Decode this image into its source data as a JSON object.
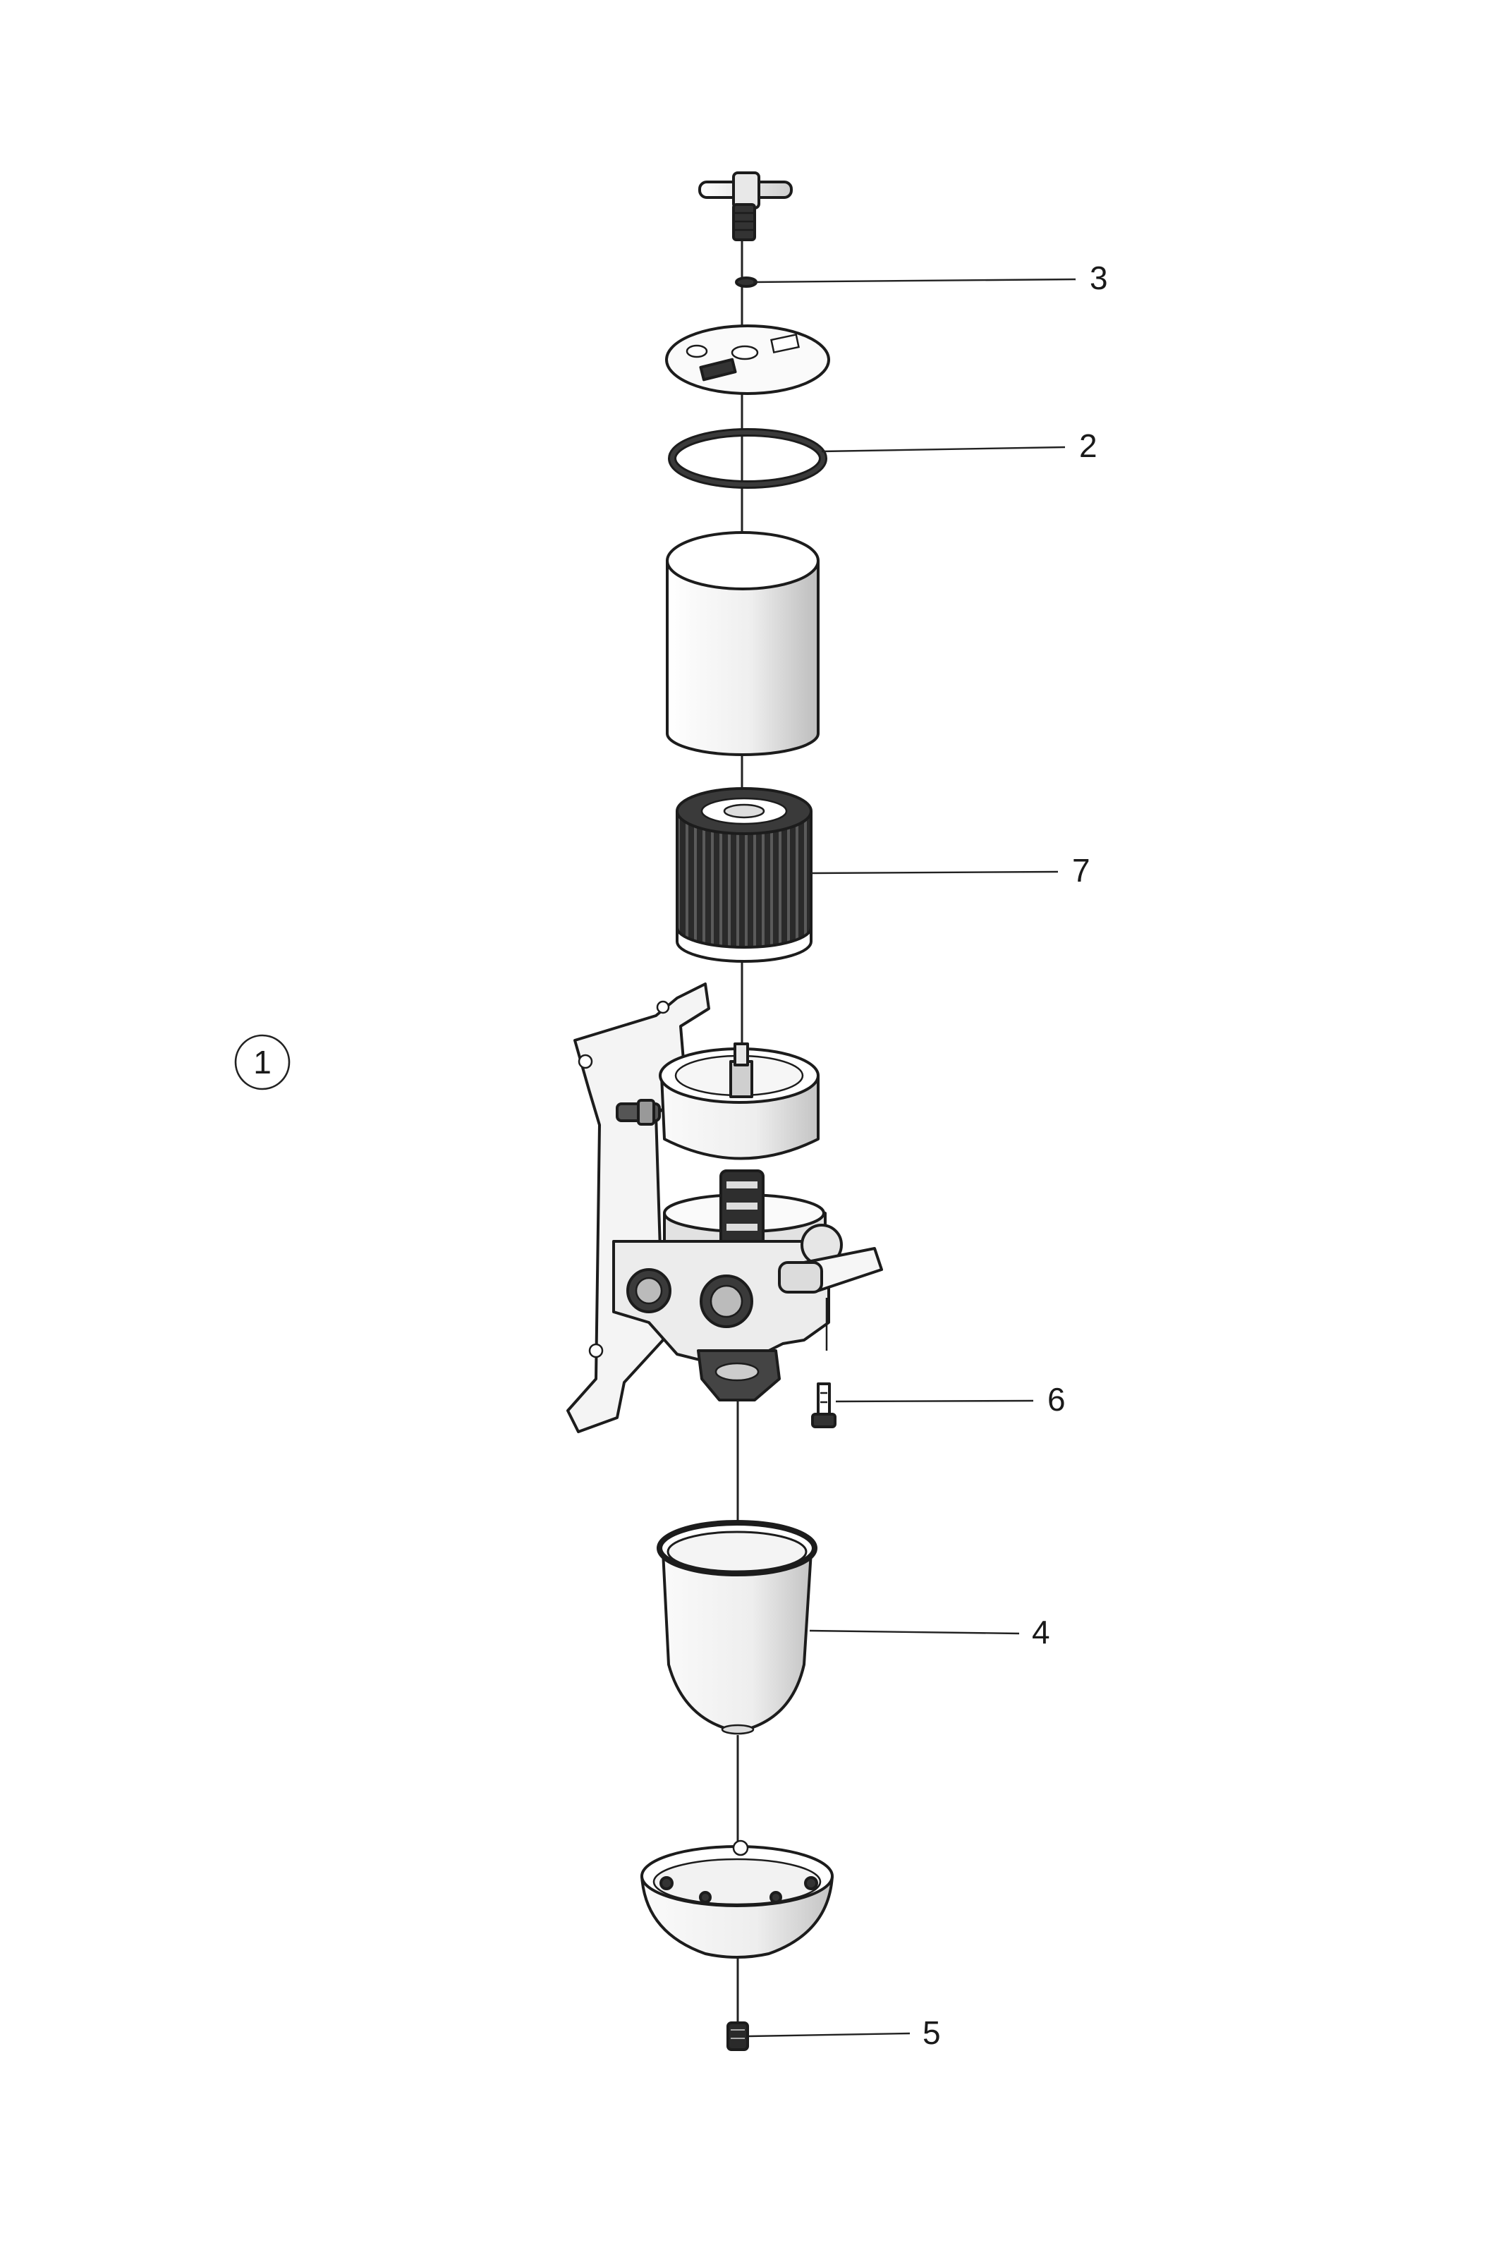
{
  "diagram": {
    "assembly_callout": "1",
    "callouts": [
      {
        "id": "3",
        "part": "o-ring"
      },
      {
        "id": "2",
        "part": "lid-gasket"
      },
      {
        "id": "7",
        "part": "filter-element"
      },
      {
        "id": "6",
        "part": "drain-screw"
      },
      {
        "id": "4",
        "part": "bowl"
      },
      {
        "id": "5",
        "part": "drain-plug"
      }
    ]
  },
  "colors": {
    "line": "#1c1c1c",
    "part_fill_light": "#f2f2f2",
    "part_fill_mid": "#dcdcdc",
    "element_dark": "#2a2a2a"
  }
}
